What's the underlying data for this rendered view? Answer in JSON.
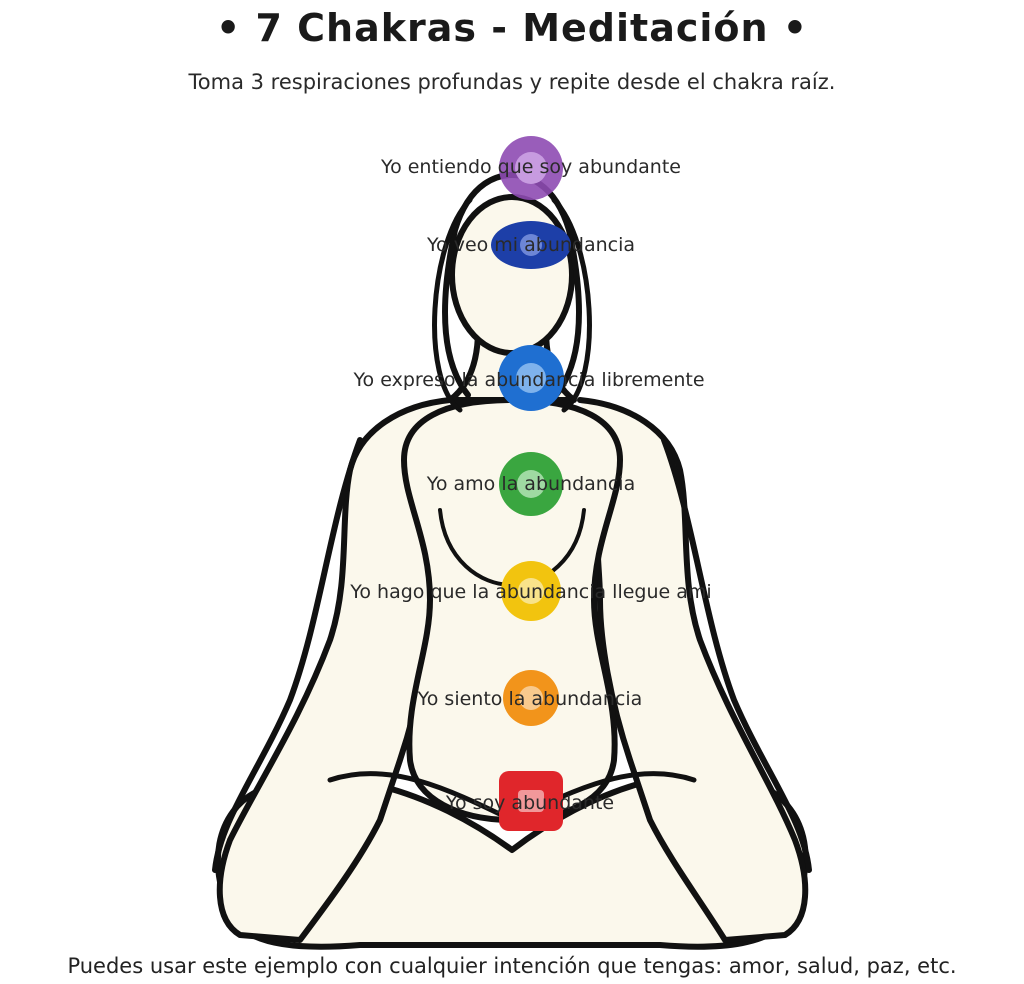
{
  "title": "• 7 Chakras - Meditación •",
  "subtitle": "Toma 3 respiraciones profundas y repite desde el chakra raíz.",
  "footer": "Puedes usar este ejemplo con cualquier intención que tengas: amor, salud, paz, etc.",
  "chakras": [
    {
      "label": "Yo entiendo que soy abundante",
      "color": "#8e4bb3",
      "icon": "crown-chakra-icon"
    },
    {
      "label": "Yo veo mi abundancia",
      "color": "#1d3fa8",
      "icon": "third-eye-chakra-icon"
    },
    {
      "label": "Yo expreso la abundancia libremente",
      "color": "#1f6fd1",
      "icon": "throat-chakra-icon"
    },
    {
      "label": "Yo amo la abundancia",
      "color": "#3aa640",
      "icon": "heart-chakra-icon"
    },
    {
      "label": "Yo hago que la abundancia llegue ami",
      "color": "#f2c40f",
      "icon": "solar-plexus-chakra-icon"
    },
    {
      "label": "Yo siento la abundancia",
      "color": "#f2941b",
      "icon": "sacral-chakra-icon"
    },
    {
      "label": "Yo soy abundante",
      "color": "#e0262b",
      "icon": "root-chakra-icon"
    }
  ],
  "colors": {
    "skin": "#fbf8ec",
    "outline": "#111111"
  }
}
